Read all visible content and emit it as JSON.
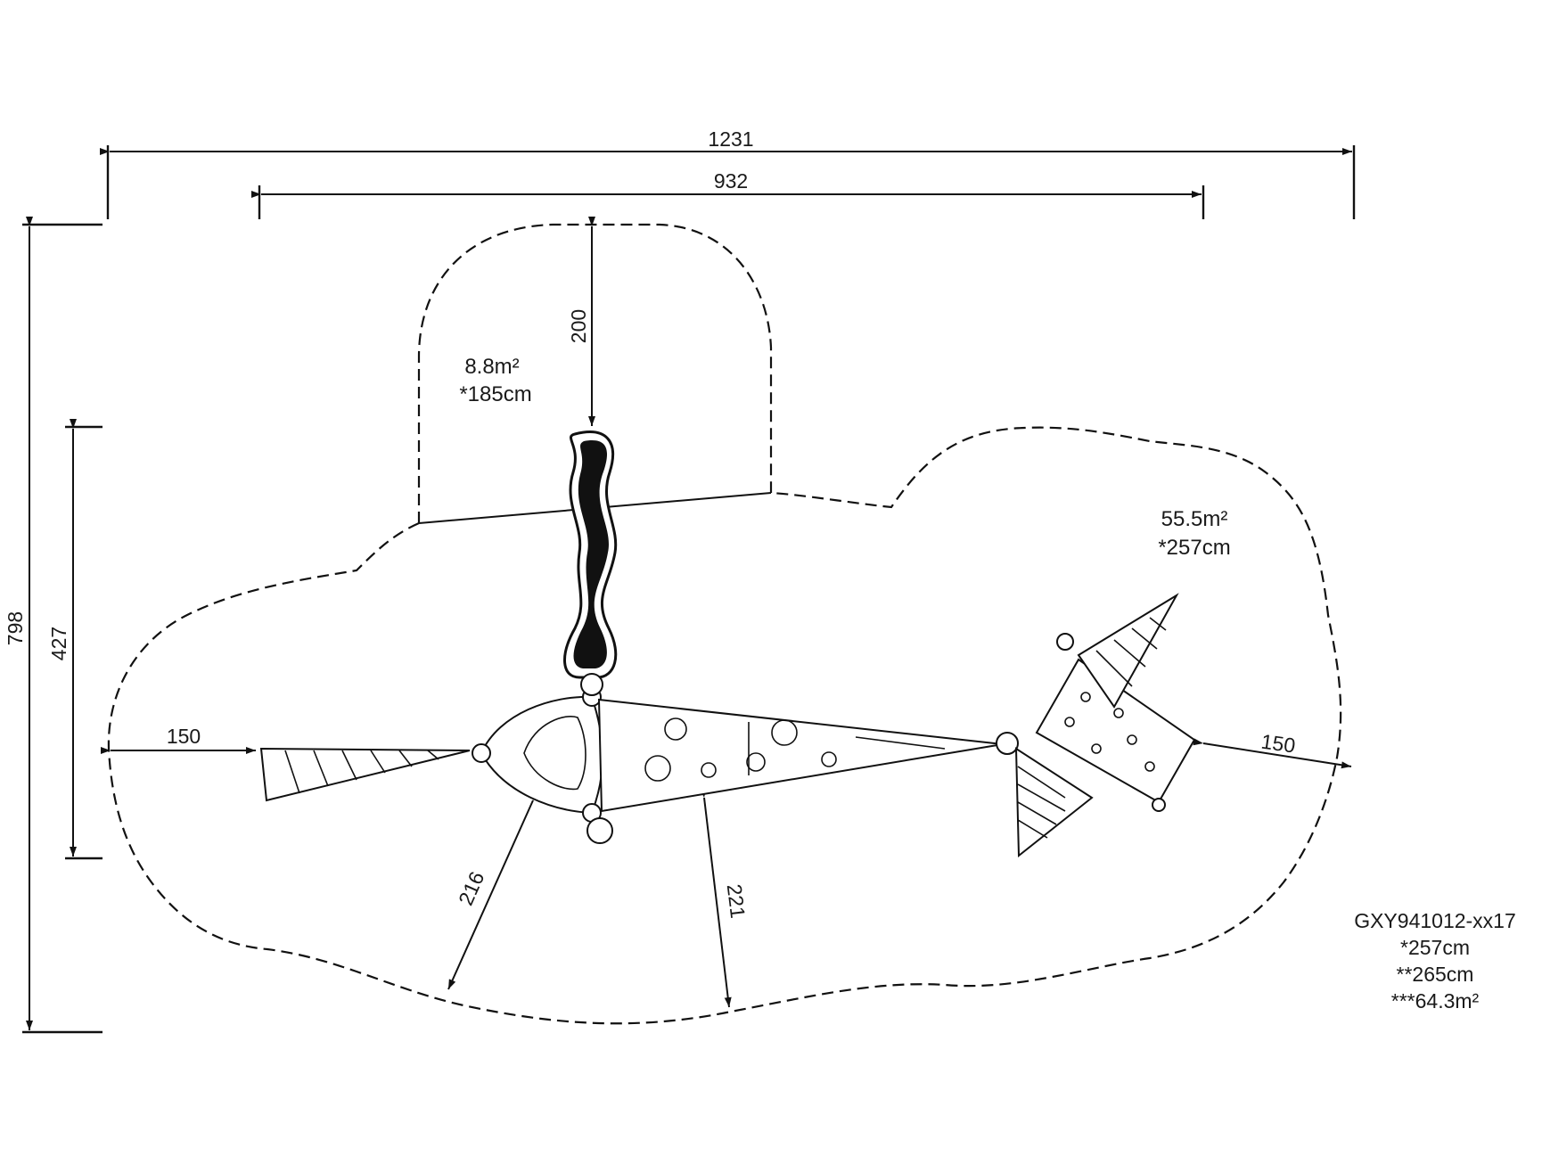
{
  "dimensions": {
    "overall_width": "1231",
    "inner_width": "932",
    "overall_depth": "798",
    "inner_depth": "427",
    "slide_clearance": "200",
    "left_clearance": "150",
    "right_clearance": "150",
    "lower_left_clearance": "216",
    "lower_mid_clearance": "221"
  },
  "zones": {
    "slide_zone": {
      "area": "8.8m²",
      "fall_height": "*185cm"
    },
    "main_zone": {
      "area": "55.5m²",
      "fall_height": "*257cm"
    }
  },
  "model": {
    "code": "GXY941012-xx17",
    "free_fall": "*257cm",
    "max_height": "**265cm",
    "total_area": "***64.3m²"
  }
}
